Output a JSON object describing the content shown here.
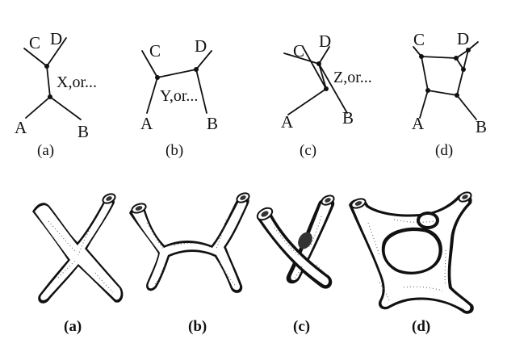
{
  "colors": {
    "ink": "#111111",
    "background": "#ffffff"
  },
  "diagrams": [
    {
      "id": "a",
      "caption": "(a)",
      "nodes": {
        "A": "A",
        "B": "B",
        "C": "C",
        "D": "D"
      },
      "edge_label": "X,or..."
    },
    {
      "id": "b",
      "caption": "(b)",
      "nodes": {
        "A": "A",
        "B": "B",
        "C": "C",
        "D": "D"
      },
      "edge_label": "Y,or..."
    },
    {
      "id": "c",
      "caption": "(c)",
      "nodes": {
        "A": "A",
        "B": "B",
        "C": "C",
        "D": "D"
      },
      "edge_label": "Z,or..."
    },
    {
      "id": "d",
      "caption": "(d)",
      "nodes": {
        "A": "A",
        "B": "B",
        "C": "C",
        "D": "D"
      },
      "edge_label": ""
    }
  ],
  "surfaces": [
    {
      "id": "a",
      "caption": "(a)"
    },
    {
      "id": "b",
      "caption": "(b)"
    },
    {
      "id": "c",
      "caption": "(c)"
    },
    {
      "id": "d",
      "caption": "(d)"
    }
  ]
}
